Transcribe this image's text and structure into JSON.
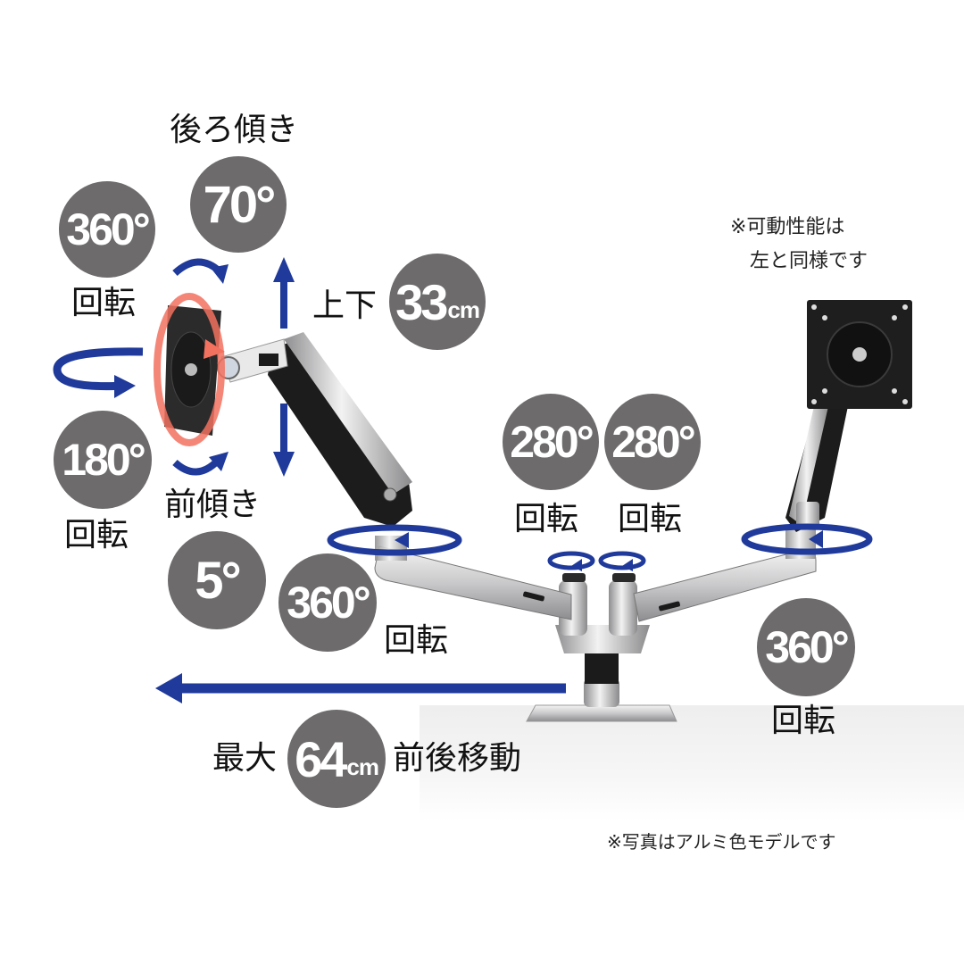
{
  "colors": {
    "badge_bg": "#6d6b6c",
    "arrow_blue": "#1f3a9a",
    "tilt_ring_red": "#f2715f",
    "text": "#111111"
  },
  "left_monitor": {
    "tilt_back_label": "後ろ傾き",
    "tilt_back_value": "70°",
    "rotate_value": "360°",
    "rotate_label": "回転",
    "swivel_value": "180°",
    "swivel_label": "回転",
    "tilt_forward_label": "前傾き",
    "tilt_forward_value": "5°"
  },
  "height": {
    "label": "上下",
    "value": "33",
    "unit": "cm"
  },
  "elbow": {
    "value": "360°",
    "label": "回転"
  },
  "base_pivots": [
    {
      "value": "280°",
      "label": "回転"
    },
    {
      "value": "280°",
      "label": "回転"
    }
  ],
  "right_monitor": {
    "note_line1": "※可動性能は",
    "note_line2": "左と同様です",
    "elbow_value": "360°",
    "elbow_label": "回転"
  },
  "reach": {
    "prefix": "最大",
    "value": "64",
    "unit": "cm",
    "suffix": "前後移動"
  },
  "footer_note": "※写真はアルミ色モデルです",
  "icons": [
    "curved-arrow-icon",
    "vertical-double-arrow-icon",
    "rotation-ring-icon",
    "left-arrow-icon"
  ]
}
